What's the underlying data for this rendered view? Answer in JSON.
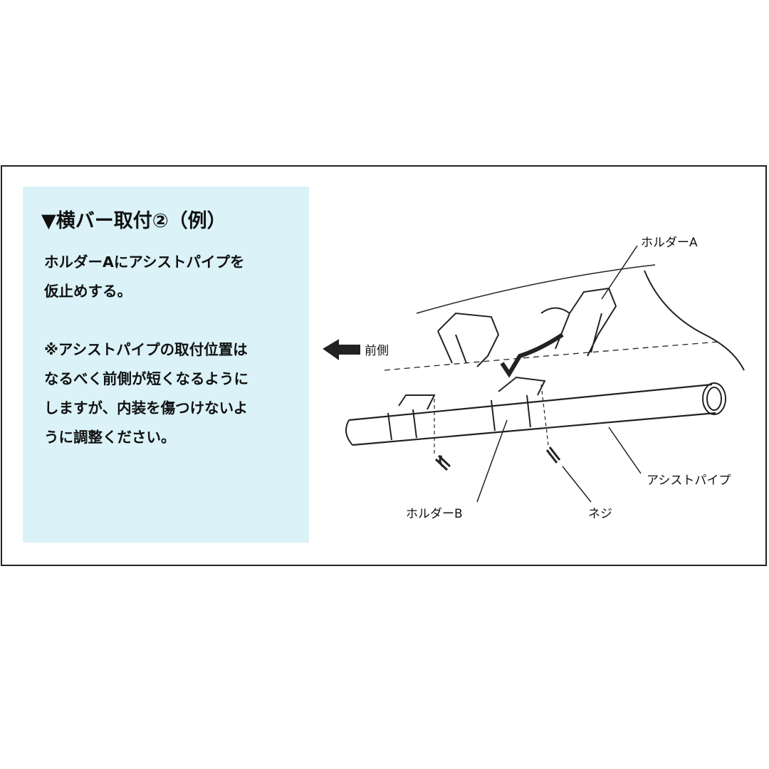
{
  "title": "▼横バー取付②（例）",
  "instructions": {
    "line1": "ホルダーAにアシストパイプを",
    "line2": "仮止めする。",
    "note1": "※アシストパイプの取付位置は",
    "note2": "なるべく前側が短くなるように",
    "note3": "しますが、内装を傷つけないよ",
    "note4": "うに調整ください。"
  },
  "diagram_labels": {
    "holder_a": "ホルダーA",
    "front": "前側",
    "assist_pipe": "アシストパイプ",
    "holder_b": "ホルダーB",
    "screw": "ネジ"
  },
  "colors": {
    "panel": "#dbf3f8",
    "line": "#222222"
  }
}
